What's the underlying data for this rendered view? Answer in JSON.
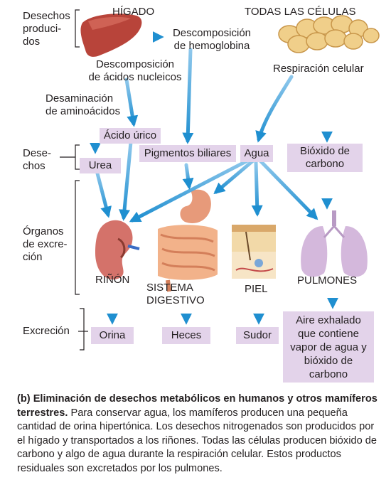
{
  "sources": {
    "liver": "HÍGADO",
    "all_cells": "TODAS LAS CÉLULAS"
  },
  "processes": {
    "hemoglobin": [
      "Descomposición",
      "de hemoglobina"
    ],
    "nucleic": [
      "Descomposición",
      "de ácidos nucleicos"
    ],
    "deamination": [
      "Desaminación",
      "de aminoácidos"
    ],
    "respiration": "Respiración celular"
  },
  "row_labels": {
    "produced": [
      "Desechos",
      "produci-",
      "dos"
    ],
    "wastes": [
      "Dese-",
      "chos"
    ],
    "organs": [
      "Órganos",
      "de excre-",
      "ción"
    ],
    "excretion": "Excreción"
  },
  "wastes": {
    "uric_acid": "Ácido úrico",
    "urea": "Urea",
    "bile": "Pigmentos biliares",
    "water": "Agua",
    "co2": [
      "Bióxido de",
      "carbono"
    ]
  },
  "organs": {
    "kidney": "RIÑÓN",
    "digestive": [
      "SISTEMA",
      "DIGESTIVO"
    ],
    "skin": "PIEL",
    "lungs": "PULMONES"
  },
  "products": {
    "urine": "Orina",
    "feces": "Heces",
    "sweat": "Sudor",
    "exhaled": [
      "Aire exhalado",
      "que contiene",
      "vapor de agua y",
      "bióxido de",
      "carbono"
    ]
  },
  "caption": {
    "bold": "(b) Eliminación de desechos metabólicos en humanos y otros mamíferos terrestres.",
    "body": " Para conservar agua, los mamíferos producen una pequeña cantidad de orina hipertónica. Los desechos nitrogenados son producidos por el hígado y transportados a los riñones. Todas las células producen bióxido de carbono y algo de agua durante la respiración celular. Estos productos residuales son excretados por los pulmones."
  },
  "colors": {
    "arrow": "#1f8fd0",
    "label_box": "#e3d3ea",
    "liver": "#b8443a",
    "kidney": "#d4726a",
    "lungs": "#d4b8dc",
    "cells": "#f0cf8a"
  }
}
